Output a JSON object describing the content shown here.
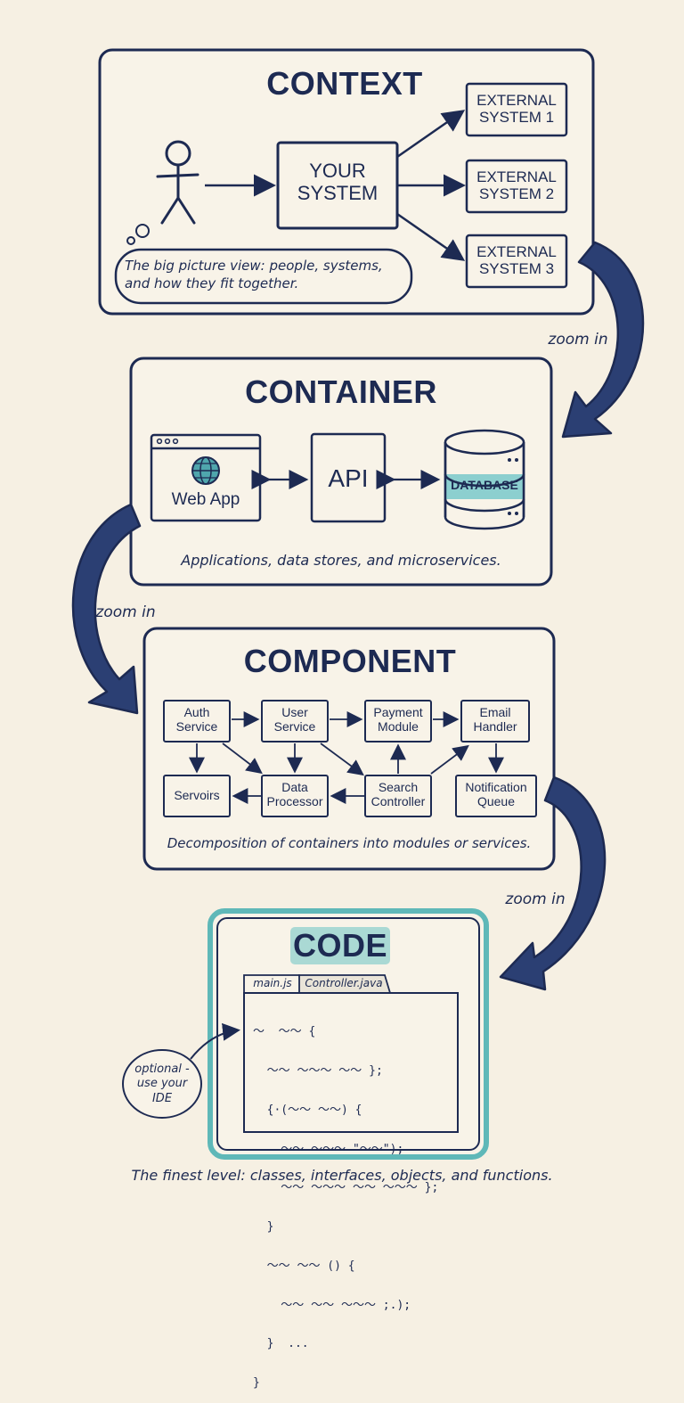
{
  "context": {
    "title": "CONTEXT",
    "your_system": [
      "YOUR",
      "SYSTEM"
    ],
    "external_systems": [
      [
        "EXTERNAL",
        "SYSTEM 1"
      ],
      [
        "EXTERNAL",
        "SYSTEM 2"
      ],
      [
        "EXTERNAL",
        "SYSTEM 3"
      ]
    ],
    "note": [
      "The big picture view: people, systems,",
      "and how they fit together."
    ]
  },
  "zoom_label": "zoom in",
  "container": {
    "title": "CONTAINER",
    "web_app": "Web App",
    "api": "API",
    "database": "DATABASE",
    "note": "Applications, data stores, and microservices."
  },
  "component": {
    "title": "COMPONENT",
    "boxes": [
      [
        "Auth",
        "Service"
      ],
      [
        "User",
        "Service"
      ],
      [
        "Payment",
        "Module"
      ],
      [
        "Email",
        "Handler"
      ],
      [
        "Servoirs"
      ],
      [
        "Data",
        "Processor"
      ],
      [
        "Search",
        "Controller"
      ],
      [
        "Notification",
        "Queue"
      ]
    ],
    "note": "Decomposition of containers into modules or services."
  },
  "code": {
    "title": "CODE",
    "tabs": [
      "main.js",
      "Controller.java"
    ],
    "lines": [
      "〜  〜〜 {",
      "  〜〜 〜〜〜 〜〜 };",
      "  {·(〜〜 〜〜) {",
      "    〜〜 〜〜〜 \"〜〜\");",
      "    〜〜 〜〜〜 〜〜 〜〜〜 };",
      "  }",
      "  〜〜 〜〜 () {",
      "    〜〜 〜〜 〜〜〜 ;.);",
      "  }  ...",
      "}"
    ],
    "side_note": [
      "optional -",
      "use your",
      "IDE"
    ],
    "caption": "The finest level: classes, interfaces, objects, and functions."
  },
  "colors": {
    "ink": "#1d2a52",
    "background": "#f6f0e3",
    "teal_accent": "#5fb8b8",
    "arrow_fill": "#2b3f73"
  }
}
